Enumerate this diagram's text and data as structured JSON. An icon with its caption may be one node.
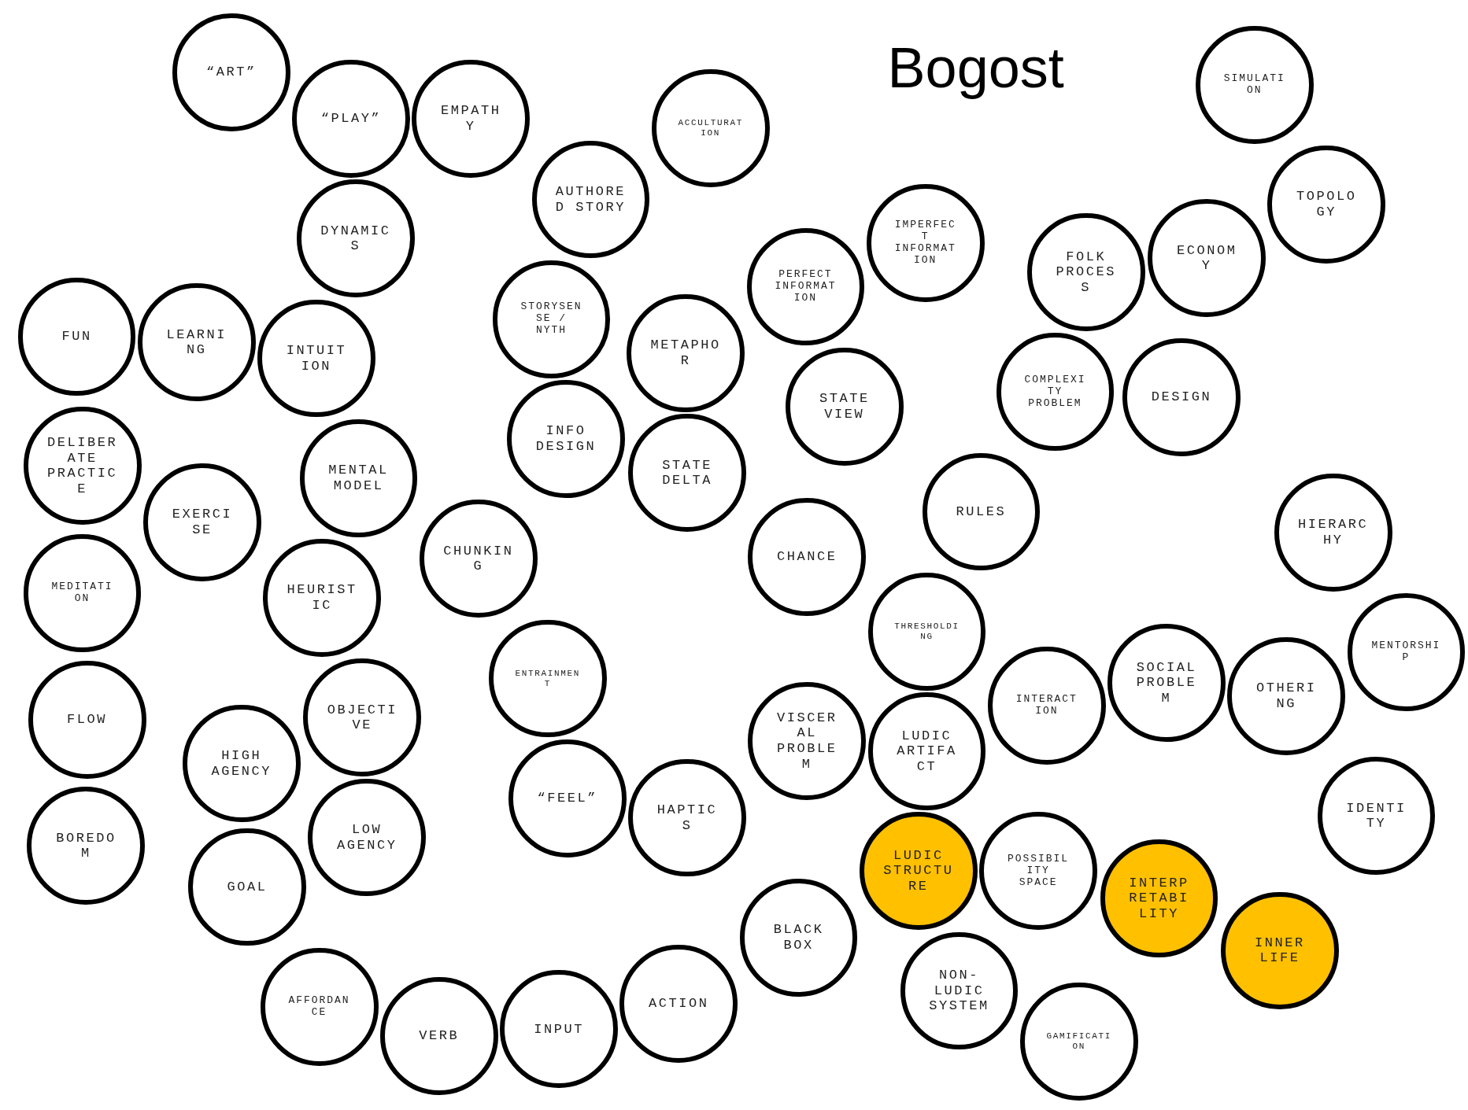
{
  "diagram": {
    "title": "Bogost",
    "nodes": [
      {
        "text": [
          "“ART”"
        ]
      },
      {
        "text": [
          "“PLAY”"
        ]
      },
      {
        "text": [
          "EMPATHY"
        ]
      },
      {
        "text": [
          "ACCULTURATION"
        ]
      },
      {
        "text": [
          "AUTHORED STORY"
        ]
      },
      {
        "text": [
          "DYNAMICS"
        ]
      },
      {
        "text": [
          "STORYSENSE / NYTH"
        ]
      },
      {
        "text": [
          "METAPHOR"
        ]
      },
      {
        "text": [
          "INFO DESIGN"
        ]
      },
      {
        "text": [
          "PERFECT INFORMATION"
        ]
      },
      {
        "text": [
          "IMPERFECT INFORMATION"
        ]
      },
      {
        "text": [
          "STATE VIEW"
        ]
      },
      {
        "text": [
          "STATE DELTA"
        ]
      },
      {
        "text": [
          "FUN"
        ]
      },
      {
        "text": [
          "LEARNING"
        ]
      },
      {
        "text": [
          "INTUITION"
        ]
      },
      {
        "text": [
          "DELIBERATE PRACTICE"
        ]
      },
      {
        "text": [
          "EXERCISE"
        ]
      },
      {
        "text": [
          "MENTAL MODEL"
        ]
      },
      {
        "text": [
          "HEURISTIC"
        ]
      },
      {
        "text": [
          "CHUNKING"
        ]
      },
      {
        "text": [
          "MEDITATION"
        ]
      },
      {
        "text": [
          "ENTRAINMENT"
        ]
      },
      {
        "text": [
          "FLOW"
        ]
      },
      {
        "text": [
          "OBJECTIVE"
        ]
      },
      {
        "text": [
          "HIGH AGENCY"
        ]
      },
      {
        "text": [
          "LOW AGENCY"
        ]
      },
      {
        "text": [
          "BOREDOM"
        ]
      },
      {
        "text": [
          "GOAL"
        ]
      },
      {
        "text": [
          "AFFORDANCE"
        ]
      },
      {
        "text": [
          "VERB"
        ]
      },
      {
        "text": [
          "INPUT"
        ]
      },
      {
        "text": [
          "ACTION"
        ]
      },
      {
        "text": [
          "“FEEL”"
        ]
      },
      {
        "text": [
          "HAPTICS"
        ]
      },
      {
        "text": [
          "BLACK BOX"
        ]
      },
      {
        "text": [
          "VISCERAL PROBLEM"
        ]
      },
      {
        "text": [
          "LUDIC ARTIFACT"
        ]
      },
      {
        "text": [
          "CHANCE"
        ]
      },
      {
        "text": [
          "THRESHOLDING"
        ]
      },
      {
        "text": [
          "RULES"
        ]
      },
      {
        "text": [
          "COMPLEXITY PROBLEM"
        ]
      },
      {
        "text": [
          "DESIGN"
        ]
      },
      {
        "text": [
          "FOLK PROCESS"
        ]
      },
      {
        "text": [
          "ECONOMY"
        ]
      },
      {
        "text": [
          "TOPOLOGY"
        ]
      },
      {
        "text": [
          "SIMULATION"
        ]
      },
      {
        "text": [
          "INTERACTION"
        ]
      },
      {
        "text": [
          "SOCIAL PROBLEM"
        ]
      },
      {
        "text": [
          "OTHERING"
        ]
      },
      {
        "text": [
          "HIERARCHY"
        ]
      },
      {
        "text": [
          "MENTORSHIP"
        ]
      },
      {
        "text": [
          "IDENTITY"
        ]
      },
      {
        "text": [
          "LUDIC STRUCTURE"
        ]
      },
      {
        "text": [
          "POSSIBILITY SPACE"
        ]
      },
      {
        "text": [
          "INTERPRETABILITY"
        ]
      },
      {
        "text": [
          "INNER LIFE"
        ]
      },
      {
        "text": [
          "NON-LUDIC SYSTEM"
        ]
      },
      {
        "text": [
          "GAMIFICATION"
        ]
      }
    ]
  }
}
